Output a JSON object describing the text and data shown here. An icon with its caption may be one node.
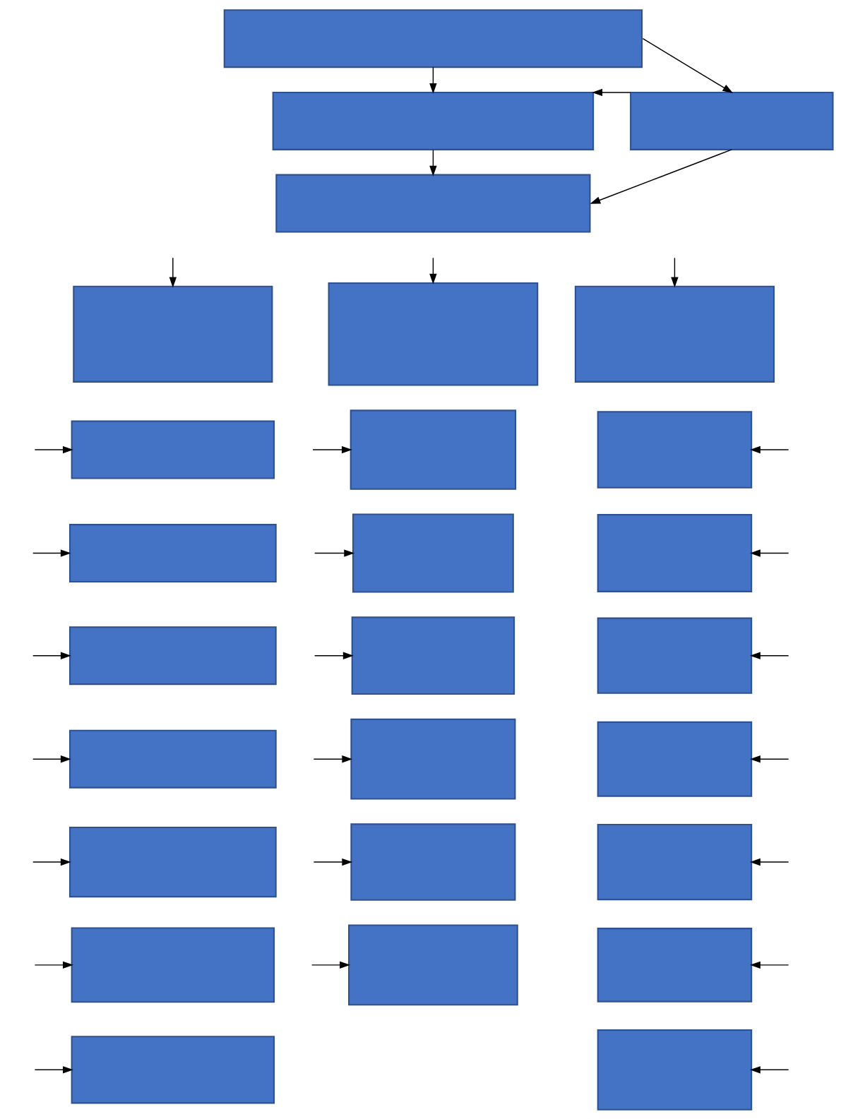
{
  "diagram": {
    "nodes": [
      {
        "text": [],
        "shape": "box"
      },
      {
        "text": [],
        "shape": "box"
      },
      {
        "text": [],
        "shape": "box"
      },
      {
        "text": [],
        "shape": "box"
      },
      {
        "text": [],
        "shape": "box"
      },
      {
        "text": [],
        "shape": "box"
      },
      {
        "text": [],
        "shape": "box"
      },
      {
        "text": [],
        "shape": "box"
      },
      {
        "text": [],
        "shape": "box"
      },
      {
        "text": [],
        "shape": "box"
      },
      {
        "text": [],
        "shape": "box"
      },
      {
        "text": [],
        "shape": "box"
      },
      {
        "text": [],
        "shape": "box"
      },
      {
        "text": [],
        "shape": "box"
      },
      {
        "text": [],
        "shape": "box"
      },
      {
        "text": [],
        "shape": "box"
      },
      {
        "text": [],
        "shape": "box"
      },
      {
        "text": [],
        "shape": "box"
      },
      {
        "text": [],
        "shape": "box"
      },
      {
        "text": [],
        "shape": "box"
      },
      {
        "text": [],
        "shape": "box"
      },
      {
        "text": [],
        "shape": "box"
      },
      {
        "text": [],
        "shape": "box"
      },
      {
        "text": [],
        "shape": "box"
      },
      {
        "text": [],
        "shape": "box"
      },
      {
        "text": [],
        "shape": "box"
      },
      {
        "text": [],
        "shape": "box"
      }
    ],
    "edges": [
      {
        "from": 0,
        "to": 1,
        "arrow": "to"
      },
      {
        "from": 0,
        "to": 2,
        "arrow": "to"
      },
      {
        "from": 2,
        "to": 1,
        "arrow": "to"
      },
      {
        "from": 1,
        "to": 3,
        "arrow": "to"
      },
      {
        "from": 2,
        "to": 3,
        "arrow": "to"
      },
      {
        "from": null,
        "to": 4,
        "arrow": "to"
      },
      {
        "from": null,
        "to": 5,
        "arrow": "to"
      },
      {
        "from": null,
        "to": 6,
        "arrow": "to"
      },
      {
        "from": null,
        "to": 7,
        "arrow": "to"
      },
      {
        "from": null,
        "to": 8,
        "arrow": "to"
      },
      {
        "from": null,
        "to": 9,
        "arrow": "to"
      },
      {
        "from": null,
        "to": 10,
        "arrow": "to"
      },
      {
        "from": null,
        "to": 11,
        "arrow": "to"
      },
      {
        "from": null,
        "to": 12,
        "arrow": "to"
      },
      {
        "from": null,
        "to": 13,
        "arrow": "to"
      },
      {
        "from": null,
        "to": 14,
        "arrow": "to"
      },
      {
        "from": null,
        "to": 15,
        "arrow": "to"
      },
      {
        "from": null,
        "to": 16,
        "arrow": "to"
      },
      {
        "from": null,
        "to": 17,
        "arrow": "to"
      },
      {
        "from": null,
        "to": 18,
        "arrow": "to"
      },
      {
        "from": null,
        "to": 19,
        "arrow": "to"
      },
      {
        "from": null,
        "to": 20,
        "arrow": "to"
      },
      {
        "from": null,
        "to": 21,
        "arrow": "to"
      },
      {
        "from": null,
        "to": 22,
        "arrow": "to"
      },
      {
        "from": null,
        "to": 23,
        "arrow": "to"
      },
      {
        "from": null,
        "to": 24,
        "arrow": "to"
      },
      {
        "from": null,
        "to": 25,
        "arrow": "to"
      },
      {
        "from": null,
        "to": 26,
        "arrow": "to"
      }
    ]
  }
}
